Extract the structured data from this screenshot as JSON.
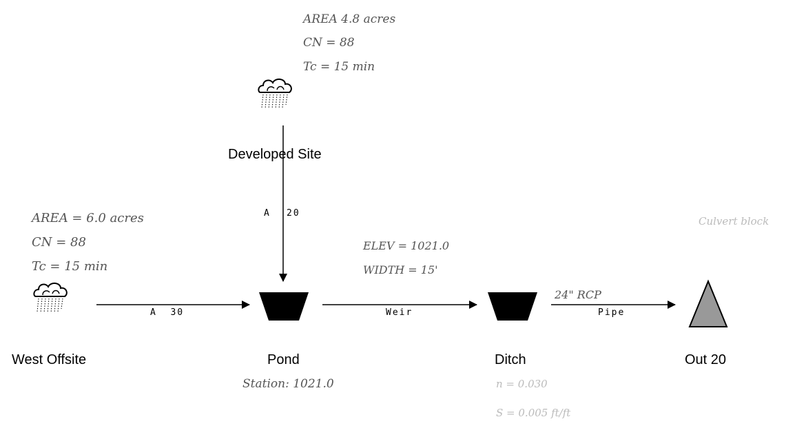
{
  "nodes": {
    "developed_site": "Developed Site",
    "west_offsite": "West Offsite",
    "pond": "Pond",
    "ditch": "Ditch",
    "out": "Out 20"
  },
  "links": {
    "a20_letter": "A",
    "a20_number": "20",
    "a30": "A  30",
    "weir": "Weir",
    "pipe": "Pipe"
  },
  "annotations": {
    "dev_area": "AREA  4.8 acres",
    "dev_cn": "CN = 88",
    "dev_tc": "Tc = 15 min",
    "west_area": "AREA = 6.0 acres",
    "west_cn": "CN = 88",
    "west_tc": "Tc = 15 min",
    "weir_elev": "ELEV = 1021.0",
    "weir_width": "WIDTH = 15'",
    "pipe_size": "24\" RCP",
    "pond_station": "Station: 1021.0",
    "ditch_note1": "n = 0.030",
    "ditch_note2": "S = 0.005 ft/ft",
    "out_note": "Culvert block"
  },
  "colors": {
    "ink": "#000000",
    "outlet_fill": "#999999",
    "pencil": "#555555"
  }
}
